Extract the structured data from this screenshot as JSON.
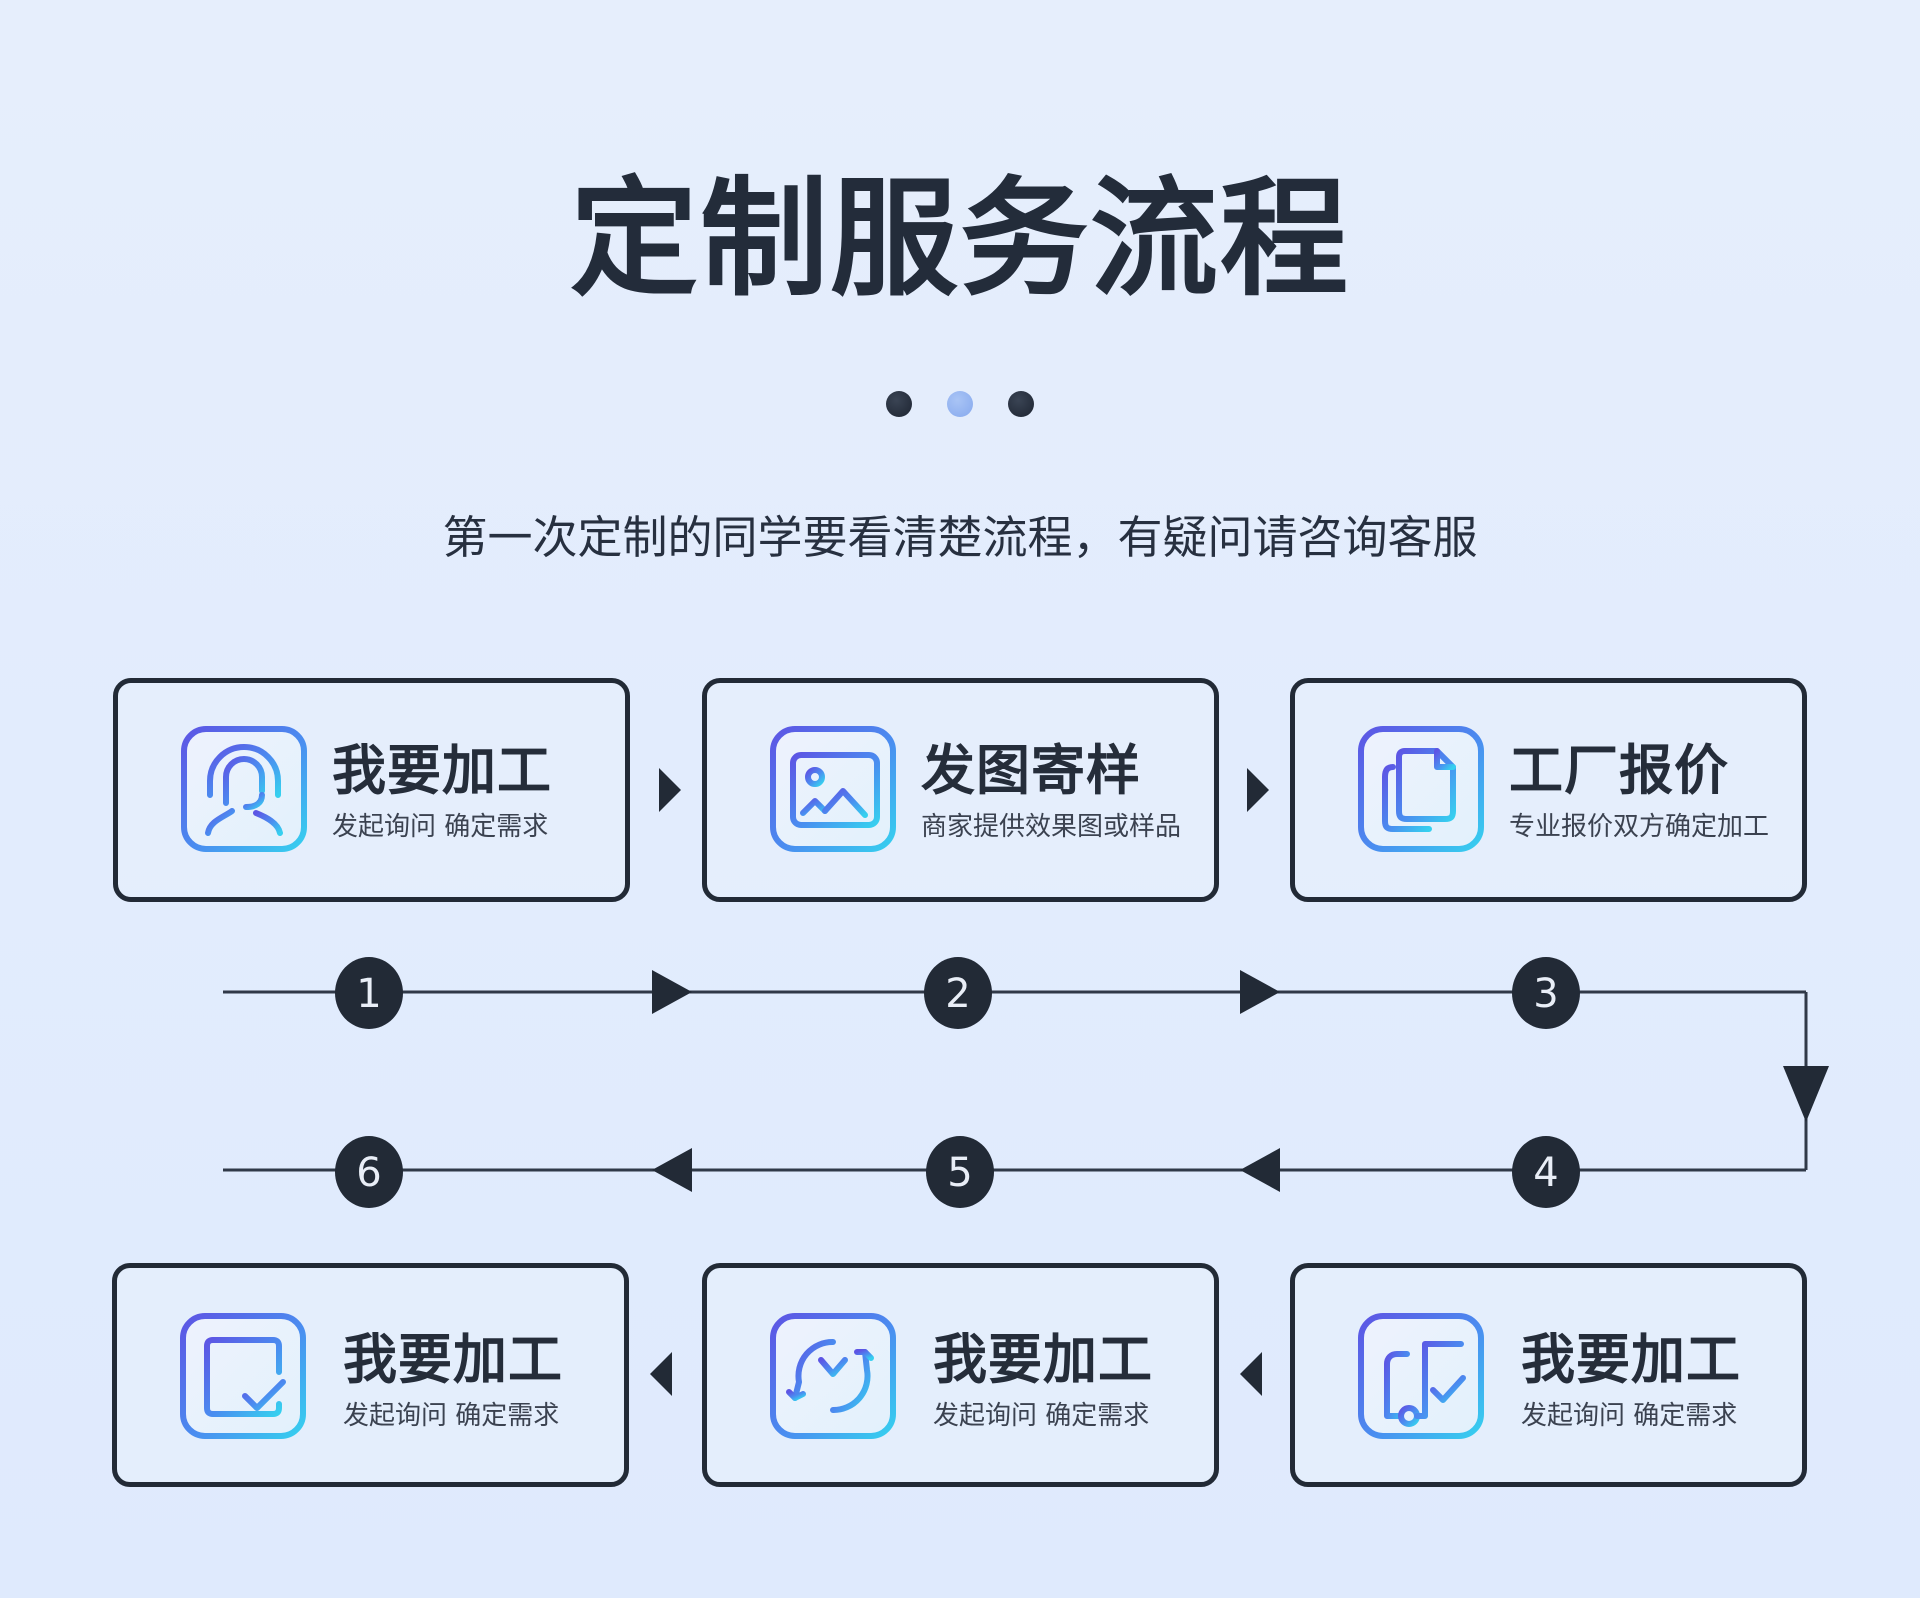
{
  "header": {
    "title": "定制服务流程",
    "subtitle": "第一次定制的同学要看清楚流程，有疑问请咨询客服",
    "pager_dots": [
      {
        "state": "inactive"
      },
      {
        "state": "active"
      },
      {
        "state": "inactive"
      }
    ]
  },
  "colors": {
    "background": "#e0ebfd",
    "ink": "#222a36",
    "icon_gradient_start": "#5b5ee6",
    "icon_gradient_end": "#3ccbef",
    "dot_active": "#92b2f0"
  },
  "steps": [
    {
      "number": "1",
      "title": "我要加工",
      "desc": "发起询问 确定需求",
      "icon": "customer-service-headset-icon"
    },
    {
      "number": "2",
      "title": "发图寄样",
      "desc": "商家提供效果图或样品",
      "icon": "image-picture-icon"
    },
    {
      "number": "3",
      "title": "工厂报价",
      "desc": "专业报价双方确定加工",
      "icon": "document-copy-icon"
    },
    {
      "number": "4",
      "title": "我要加工",
      "desc": "发起询问 确定需求",
      "icon": "delivery-check-icon"
    },
    {
      "number": "5",
      "title": "我要加工",
      "desc": "发起询问 确定需求",
      "icon": "yuan-payment-cycle-icon"
    },
    {
      "number": "6",
      "title": "我要加工",
      "desc": "发起询问 确定需求",
      "icon": "form-check-icon"
    }
  ]
}
